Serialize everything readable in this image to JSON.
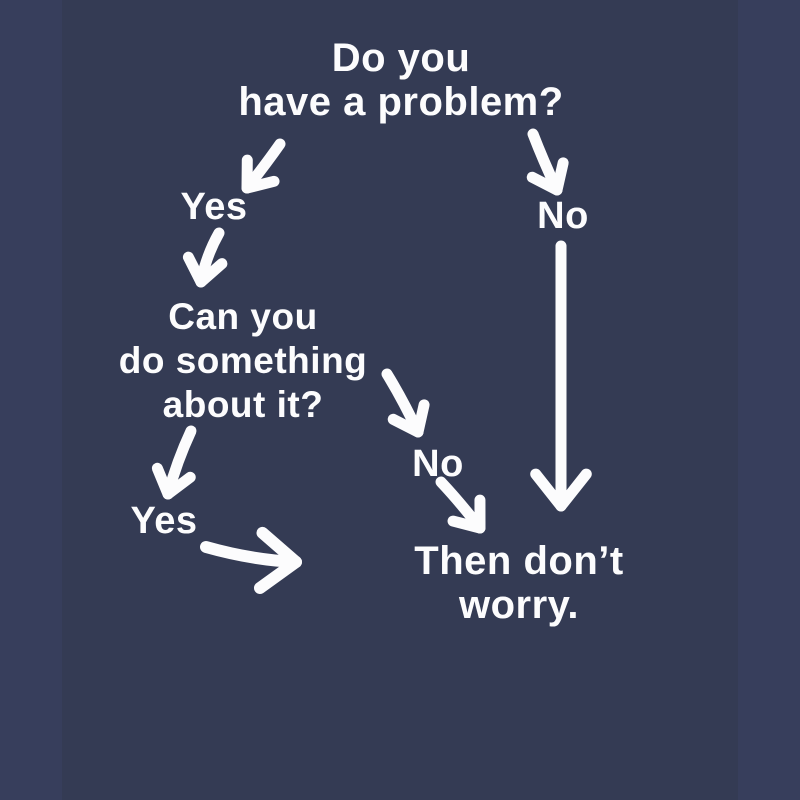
{
  "canvas": {
    "photo_background": "#343b54",
    "side_strip_color": "#373e5c",
    "ink_color": "#fcfcfd"
  },
  "flowchart": {
    "root_question": "Do you\nhave a problem?",
    "yes_branch_label": "Yes",
    "no_branch_label": "No",
    "second_question": "Can you\ndo something\nabout it?",
    "second_yes_label": "Yes",
    "second_no_label": "No",
    "conclusion": "Then don’t worry.",
    "arrows": [
      {
        "name": "arrow-root-to-yes",
        "from": "root_question",
        "to": "yes_branch_label"
      },
      {
        "name": "arrow-root-to-no",
        "from": "root_question",
        "to": "no_branch_label"
      },
      {
        "name": "arrow-yes-to-second-question",
        "from": "yes_branch_label",
        "to": "second_question"
      },
      {
        "name": "arrow-no-to-conclusion-long",
        "from": "no_branch_label",
        "to": "conclusion"
      },
      {
        "name": "arrow-second-question-to-no",
        "from": "second_question",
        "to": "second_no_label"
      },
      {
        "name": "arrow-second-no-to-conclusion",
        "from": "second_no_label",
        "to": "conclusion"
      },
      {
        "name": "arrow-second-question-to-yes",
        "from": "second_question",
        "to": "second_yes_label"
      },
      {
        "name": "arrow-second-yes-to-conclusion",
        "from": "second_yes_label",
        "to": "conclusion"
      }
    ]
  }
}
